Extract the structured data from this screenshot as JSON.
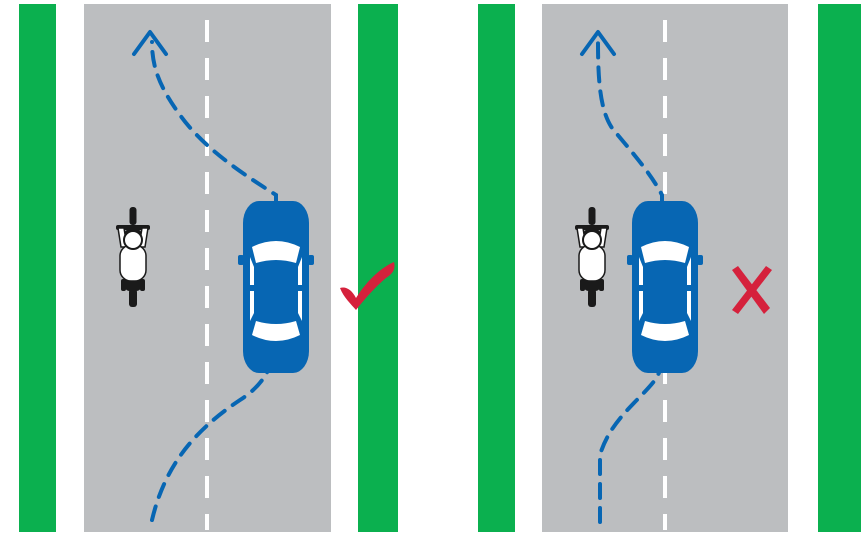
{
  "colors": {
    "background": "#ffffff",
    "grass": "#0bb04f",
    "road": "#bcbec0",
    "lane_marking": "#ffffff",
    "car_body": "#0766b3",
    "car_glass": "#ffffff",
    "path_line": "#0766b3",
    "correct_mark": "#d5213c",
    "incorrect_mark": "#d5213c",
    "motorcycle_body": "#1a1a1a",
    "rider": "#ffffff"
  },
  "panels": [
    {
      "id": "left",
      "verdict": "correct",
      "verdict_icon": "checkmark-icon"
    },
    {
      "id": "right",
      "verdict": "incorrect",
      "verdict_icon": "cross-icon"
    }
  ],
  "icons": {
    "car": "car-top-view-icon",
    "motorcycle": "motorcycle-rider-top-view-icon",
    "arrow": "arrow-up-icon",
    "correct": "checkmark-icon",
    "incorrect": "cross-icon"
  }
}
